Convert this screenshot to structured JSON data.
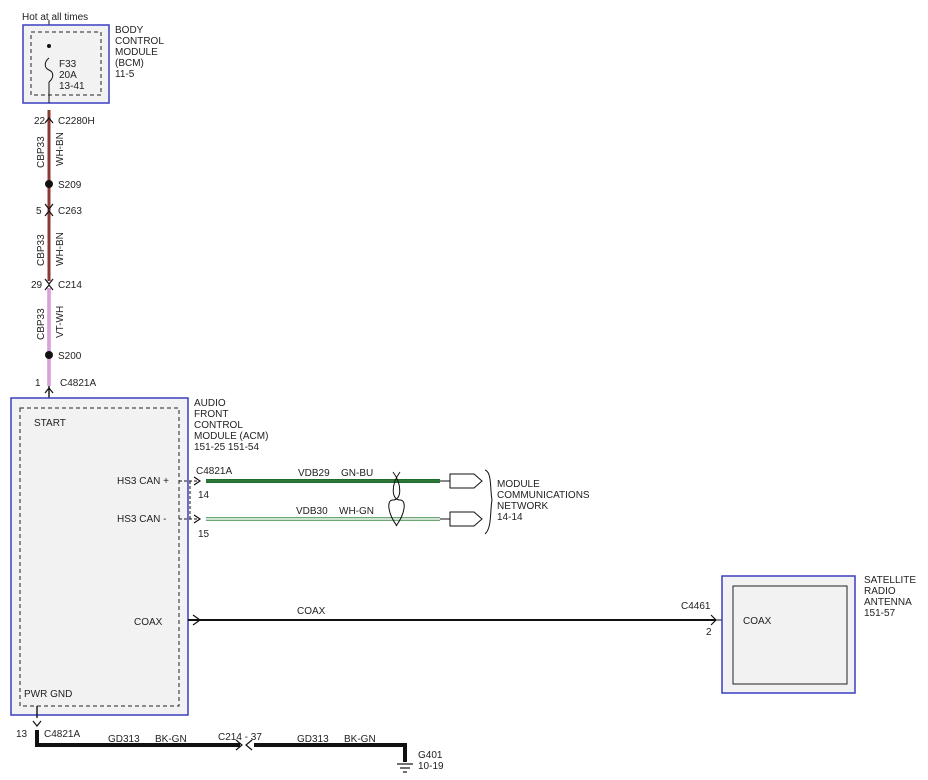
{
  "colors": {
    "module_border": "#3a3fc0",
    "module_fill": "#f2f2f2",
    "wh_bn": "#8a3a32",
    "vt_wh": "#c062c0",
    "gn_bu": "#1e6b2a",
    "wh_gn": "#3d8a4a",
    "black": "#111111"
  },
  "power": {
    "hot_label": "Hot at all times"
  },
  "bcm": {
    "title_lines": [
      "BODY",
      "CONTROL",
      "MODULE",
      "(BCM)",
      "11-5"
    ],
    "fuse_lines": [
      "F33",
      "20A",
      "13-41"
    ]
  },
  "feed": {
    "connectors": [
      {
        "pin": "22",
        "name": "C2280H"
      },
      {
        "pin": "5",
        "name": "C263"
      },
      {
        "pin": "29",
        "name": "C214"
      },
      {
        "pin": "1",
        "name": "C4821A"
      }
    ],
    "segments": [
      {
        "circuit": "CBP33",
        "color": "WH-BN"
      },
      {
        "circuit": "CBP33",
        "color": "WH-BN"
      },
      {
        "circuit": "CBP33",
        "color": "VT-WH"
      }
    ],
    "splices": [
      "S209",
      "S200"
    ]
  },
  "acm": {
    "title_lines": [
      "AUDIO",
      "FRONT",
      "CONTROL",
      "MODULE (ACM)",
      "151-25  151-54"
    ],
    "start_label": "START",
    "pwr_gnd_label": "PWR GND",
    "hs3_can_plus": "HS3 CAN +",
    "hs3_can_minus": "HS3 CAN -",
    "coax_label": "COAX",
    "can_connector": "C4821A",
    "can_plus_pin": "14",
    "can_minus_pin": "15"
  },
  "can_bus": {
    "plus_circuit": "VDB29",
    "plus_color": "GN-BU",
    "minus_circuit": "VDB30",
    "minus_color": "WH-GN",
    "network_lines": [
      "MODULE",
      "COMMUNICATIONS",
      "NETWORK",
      "14-14"
    ]
  },
  "coax": {
    "label": "COAX",
    "connector": "C4461",
    "pin": "2"
  },
  "antenna": {
    "title_lines": [
      "SATELLITE",
      "RADIO",
      "ANTENNA",
      "151-57"
    ],
    "coax_label": "COAX"
  },
  "ground": {
    "pin": "13",
    "connector": "C4821A",
    "circuit1": "GD313",
    "color1": "BK-GN",
    "inline_connector": "C214 - 37",
    "circuit2": "GD313",
    "color2": "BK-GN",
    "ground_name": "G401",
    "ground_ref": "10-19"
  }
}
